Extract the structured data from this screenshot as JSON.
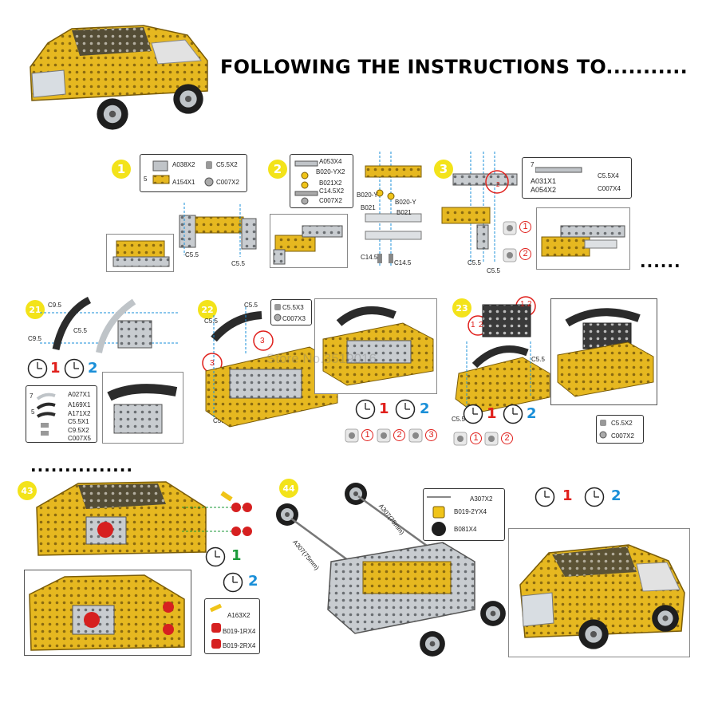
{
  "header": {
    "headline": "FOLLOWING THE INSTRUCTIONS TO..........."
  },
  "watermark": "Store No.3519016",
  "ellipsis": {
    "top_right": "......",
    "bottom_left": "..............."
  },
  "steps": {
    "s1": {
      "num": "1",
      "parts": [
        {
          "label": "A038X2"
        },
        {
          "label": "C5.5X2"
        },
        {
          "label": "A154X1"
        },
        {
          "label": "C007X2"
        }
      ],
      "part_num": "5",
      "callouts": [
        "C5.5",
        "C5.5"
      ]
    },
    "s2": {
      "num": "2",
      "parts": [
        {
          "label": "A053X4"
        },
        {
          "label": "B020-YX2"
        },
        {
          "label": "B021X2"
        },
        {
          "label": "C14.5X2"
        },
        {
          "label": "C007X2"
        }
      ],
      "callouts": [
        "B020-Y",
        "B021",
        "B020-Y",
        "B021",
        "C14.5",
        "C14.5"
      ]
    },
    "s3": {
      "num": "3",
      "parts": [
        {
          "label": "A031X1"
        },
        {
          "label": "A054X2"
        },
        {
          "label": "C5.5X4"
        },
        {
          "label": "C007X4"
        }
      ],
      "part_num": "7",
      "callouts": [
        "C5.5",
        "C5.5"
      ],
      "circle_num": "2",
      "seq": [
        "1",
        "2"
      ]
    },
    "s21": {
      "num": "21",
      "callouts": [
        "C9.5",
        "C9.5",
        "C5.5"
      ],
      "clock": [
        "1",
        "2"
      ],
      "parts": [
        {
          "label": "A027X1"
        },
        {
          "label": "A169X1"
        },
        {
          "label": "A171X2"
        },
        {
          "label": "C5.5X1"
        },
        {
          "label": "C9.5X2"
        },
        {
          "label": "C007X5"
        }
      ],
      "part_nums": [
        "7",
        "5"
      ]
    },
    "s22": {
      "num": "22",
      "parts": [
        {
          "label": "C5.5X3"
        },
        {
          "label": "C007X3"
        }
      ],
      "callouts": [
        "C5.5",
        "C5.5",
        "C5.5"
      ],
      "circle_nums": [
        "3",
        "3"
      ],
      "clock": [
        "1",
        "2"
      ],
      "seq": [
        "1",
        "2",
        "3"
      ]
    },
    "s23": {
      "num": "23",
      "circle_nums": [
        "1",
        "2",
        "1",
        "2"
      ],
      "callouts": [
        "C5.5",
        "C5.5"
      ],
      "clock": [
        "1",
        "2"
      ],
      "seq": [
        "1",
        "2"
      ],
      "parts": [
        {
          "label": "C5.5X2"
        },
        {
          "label": "C007X2"
        }
      ]
    },
    "s43": {
      "num": "43",
      "clock": [
        "1",
        "2"
      ],
      "parts": [
        {
          "label": "A163X2"
        },
        {
          "label": "B019-1RX4"
        },
        {
          "label": "B019-2RX4"
        }
      ]
    },
    "s44": {
      "num": "44",
      "axles": [
        "A307(75mm)",
        "A307(75mm)"
      ],
      "parts": [
        {
          "label": "A307X2"
        },
        {
          "label": "B019-2YX4"
        },
        {
          "label": "B081X4"
        }
      ],
      "clock": [
        "1",
        "2"
      ]
    }
  },
  "colors": {
    "yellow": "#f0c419",
    "badge": "#f3e31a",
    "red": "#e0201c",
    "blue": "#1a8fd8",
    "green": "#1b9a3a"
  }
}
